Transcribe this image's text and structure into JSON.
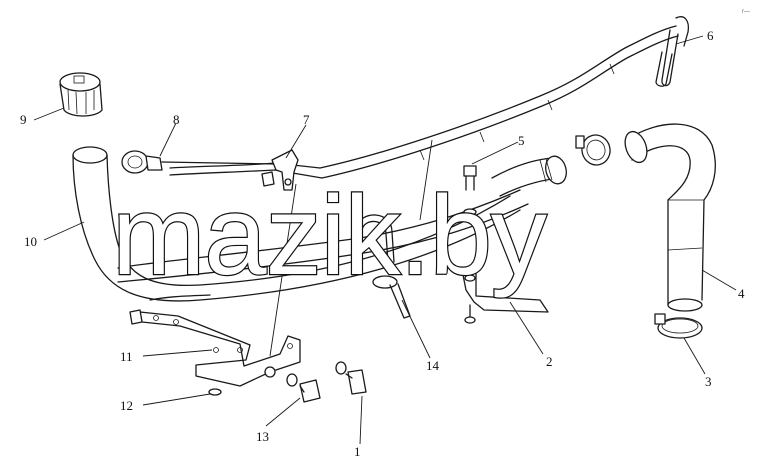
{
  "callouts": [
    {
      "id": "1",
      "label": "1"
    },
    {
      "id": "2",
      "label": "2"
    },
    {
      "id": "3",
      "label": "3"
    },
    {
      "id": "4",
      "label": "4"
    },
    {
      "id": "5",
      "label": "5"
    },
    {
      "id": "6",
      "label": "6"
    },
    {
      "id": "7",
      "label": "7"
    },
    {
      "id": "8",
      "label": "8"
    },
    {
      "id": "9",
      "label": "9"
    },
    {
      "id": "10",
      "label": "10"
    },
    {
      "id": "11",
      "label": "11"
    },
    {
      "id": "12",
      "label": "12"
    },
    {
      "id": "13",
      "label": "13"
    },
    {
      "id": "14",
      "label": "14"
    }
  ],
  "watermark": "mazik.by",
  "corner_mark": "r—"
}
